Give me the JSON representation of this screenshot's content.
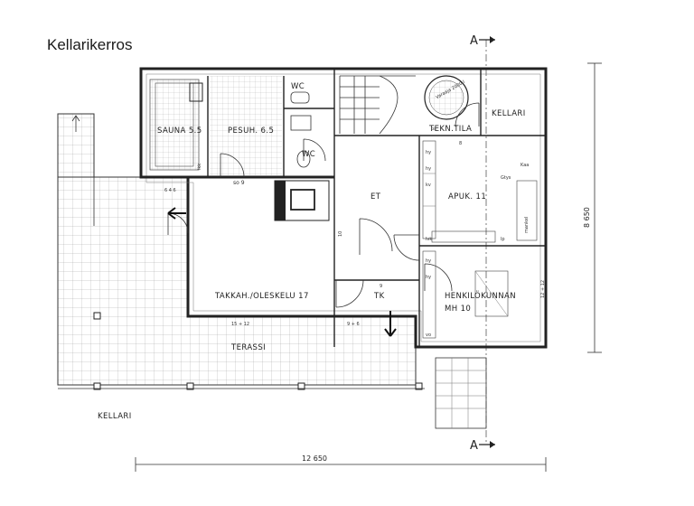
{
  "title": "Kellarikerros",
  "section_markers": {
    "top": "A",
    "bottom": "A"
  },
  "rooms": {
    "sauna": "SAUNA 5.5",
    "pesuh": "PESUH. 6.5",
    "wc_top": "WC",
    "wc_bottom": "WC",
    "tekn": "TEKN.TILA",
    "kellari_room": "KELLARI",
    "et": "ET",
    "apuk": "APUK. 11",
    "takkah": "TAKKAH./OLESKELU 17",
    "tk": "TK",
    "henk": "HENKILÖKUNNAN",
    "mh": "MH 10",
    "terassi": "TERASSI",
    "kellari_outside": "KELLARI"
  },
  "dimensions": {
    "width": "12 650",
    "height": "8 650"
  },
  "small_labels": {
    "so9": "so 9",
    "ps": "ps",
    "hy": "hy",
    "kv": "kv",
    "lvk": "lvk",
    "lp": "lp",
    "kaa": "Kaa",
    "mankel": "mankel",
    "gtys": "Gtys",
    "ikk": "ikk",
    "n9": "9",
    "n8": "8",
    "n10": "10",
    "n12": "12 + 12",
    "n15": "15 + 12",
    "n9b": "9 + 6",
    "n64": "6 4 6",
    "tank": "Varaaja 2000 l",
    "vo": "vo"
  }
}
